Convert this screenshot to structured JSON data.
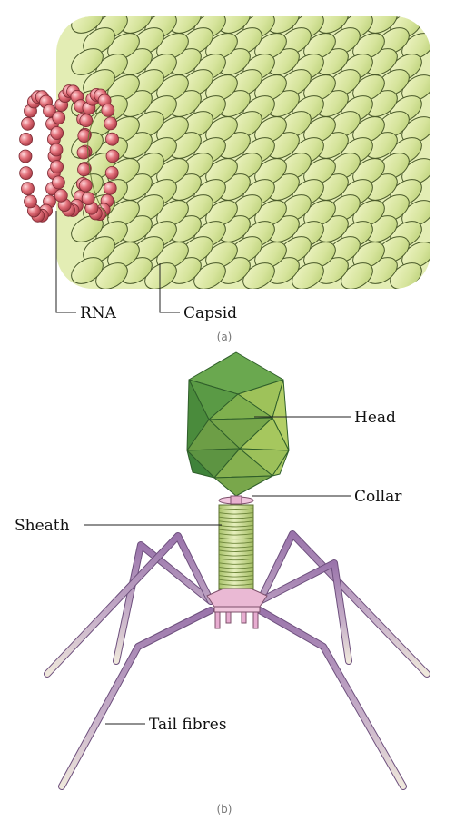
{
  "panel_a": {
    "labels": {
      "rna": "RNA",
      "capsid": "Capsid"
    },
    "caption": "(a)"
  },
  "panel_b": {
    "labels": {
      "head": "Head",
      "collar": "Collar",
      "sheath": "Sheath",
      "tail_fibres": "Tail fibres"
    },
    "caption": "(b)"
  },
  "colors": {
    "capsid_fill": "#dbe8a6",
    "capsid_stroke": "#4a5a2a",
    "rna_bead": "#d9616b",
    "head_dark": "#4f9a45",
    "head_light": "#a9c95a",
    "sheath": "#c9dc8e",
    "base_plate": "#e8b9d6",
    "fibre": "#9f7bb0",
    "fibre_end": "#e9e0d3"
  }
}
